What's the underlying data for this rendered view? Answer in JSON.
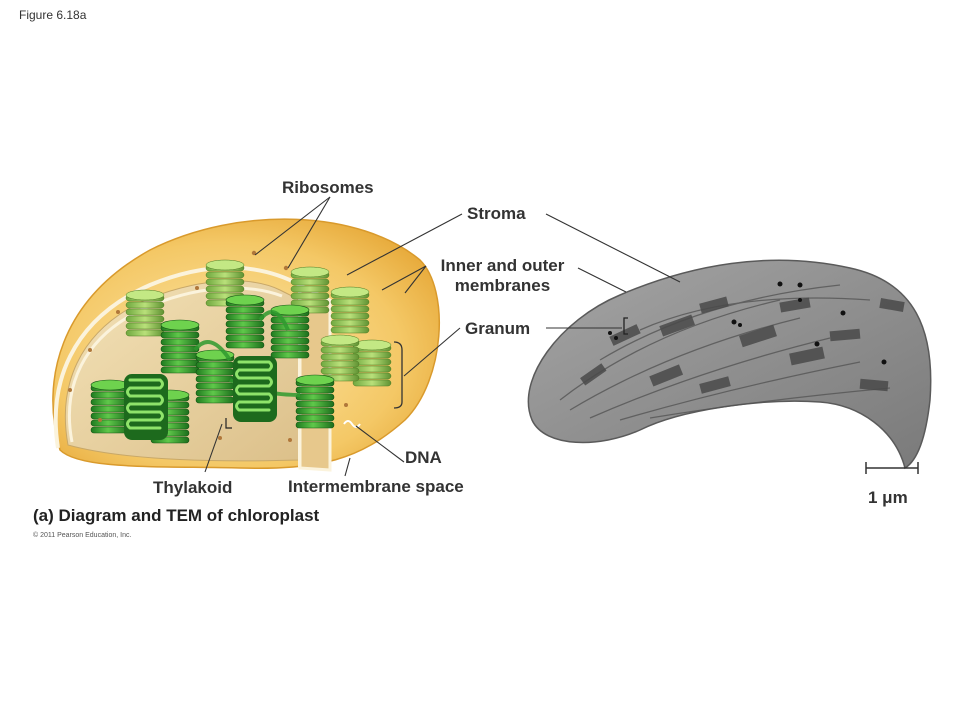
{
  "figure_number": "Figure 6.18a",
  "labels": {
    "ribosomes": "Ribosomes",
    "stroma": "Stroma",
    "inner_outer_line1": "Inner and outer",
    "inner_outer_line2": "membranes",
    "granum": "Granum",
    "dna": "DNA",
    "thylakoid": "Thylakoid",
    "intermembrane": "Intermembrane space"
  },
  "scale_bar": "1 μm",
  "caption": "(a) Diagram and TEM of chloroplast",
  "copyright": "© 2011 Pearson Education, Inc.",
  "colors": {
    "outer_membrane": "#f2c76a",
    "stroma": "#ead29a",
    "granum_green": "#2f9a2f",
    "tem_gray": "#8c8c8c"
  }
}
